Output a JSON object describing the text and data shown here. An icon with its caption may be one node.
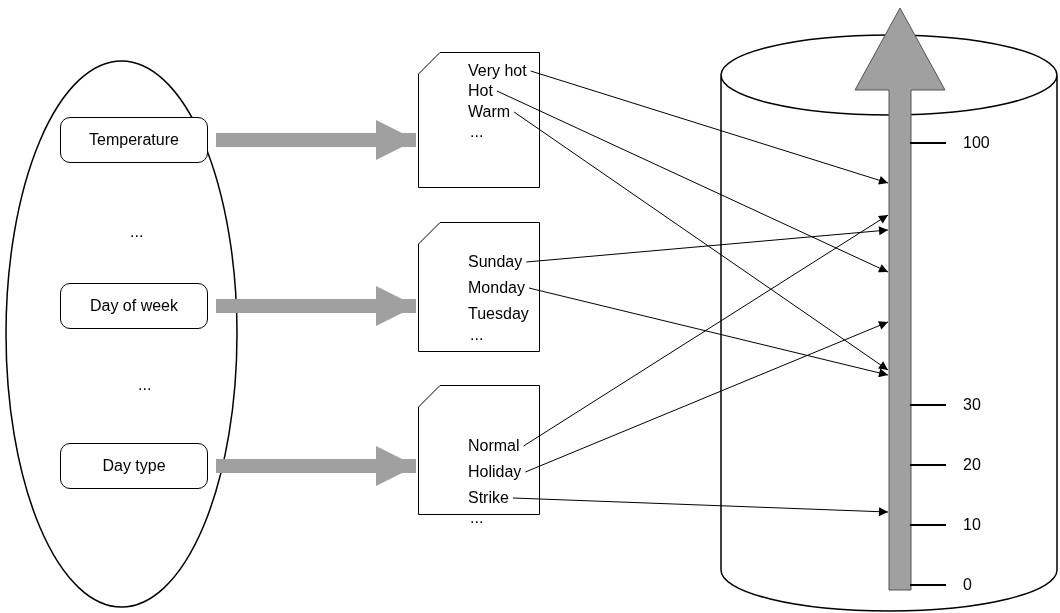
{
  "diagram": {
    "nodes": [
      {
        "text": [],
        "shape": "ellipse"
      },
      {
        "text": [
          "Temperature"
        ],
        "in": 0
      },
      {
        "text": [
          "Day of week"
        ],
        "in": 0
      },
      {
        "text": [
          "Day type"
        ],
        "in": 0
      },
      {
        "text": [],
        "shape": "card"
      },
      {
        "text": [
          "Very hot"
        ],
        "in": 4
      },
      {
        "text": [
          "Hot"
        ],
        "in": 4
      },
      {
        "text": [
          "Warm"
        ],
        "in": 4
      },
      {
        "text": [],
        "shape": "card"
      },
      {
        "text": [
          "Sunday"
        ],
        "in": 8
      },
      {
        "text": [
          "Monday"
        ],
        "in": 8
      },
      {
        "text": [
          "Tuesday"
        ],
        "in": 8
      },
      {
        "text": [],
        "shape": "card"
      },
      {
        "text": [
          "Normal"
        ],
        "in": 12
      },
      {
        "text": [
          "Holiday"
        ],
        "in": 12
      },
      {
        "text": [
          "Strike"
        ],
        "in": 12
      },
      {
        "text": [],
        "shape": "cylinder"
      },
      {
        "text": [],
        "shape": "arrow",
        "in": 16
      }
    ],
    "edges": [
      {
        "from": 1,
        "to": 4,
        "arrow": "to",
        "style": "thick",
        "color": "#a0a0a0"
      },
      {
        "from": 2,
        "to": 8,
        "arrow": "to",
        "style": "thick",
        "color": "#a0a0a0"
      },
      {
        "from": 3,
        "to": 12,
        "arrow": "to",
        "style": "thick",
        "color": "#a0a0a0"
      },
      {
        "from": 5,
        "to": 17,
        "arrow": "to"
      },
      {
        "from": 6,
        "to": 17,
        "arrow": "to"
      },
      {
        "from": 7,
        "to": 17,
        "arrow": "to"
      },
      {
        "from": 9,
        "to": 17,
        "arrow": "to"
      },
      {
        "from": 10,
        "to": 17,
        "arrow": "to"
      },
      {
        "from": 13,
        "to": 17,
        "arrow": "to"
      },
      {
        "from": 14,
        "to": 17,
        "arrow": "to"
      },
      {
        "from": 15,
        "to": 17,
        "arrow": "to"
      }
    ],
    "labels": [
      "...",
      "...",
      "...",
      "...",
      "...",
      "100",
      "30",
      "20",
      "10",
      "0"
    ]
  }
}
